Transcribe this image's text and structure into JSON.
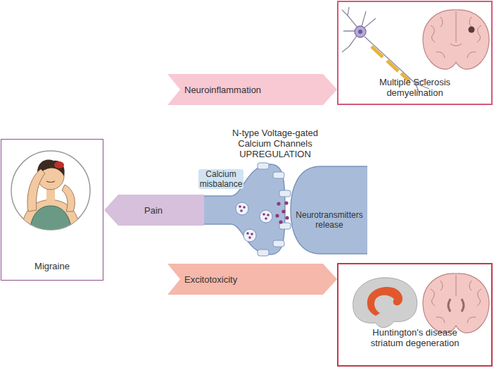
{
  "diagram": {
    "nodes": [
      {
        "text": [
          "N-type Voltage-gated Calcium Channels UPREGULATION"
        ]
      },
      {
        "text": [
          "Migraine"
        ]
      },
      {
        "text": [
          "Multiple Sclerosis demyelination"
        ]
      },
      {
        "text": [
          "Huntington's disease striatum degeneration"
        ]
      }
    ],
    "edges": [
      {
        "from": 0,
        "to": 1,
        "label": "Pain",
        "arrow": "to"
      },
      {
        "from": 0,
        "to": 2,
        "label": "Neuroinflammation",
        "arrow": "to"
      },
      {
        "from": 0,
        "to": 3,
        "label": "Excitotoxicity",
        "arrow": "to"
      }
    ],
    "labels": [
      "Calcium misbalance",
      "Neurotransmitters release"
    ]
  }
}
